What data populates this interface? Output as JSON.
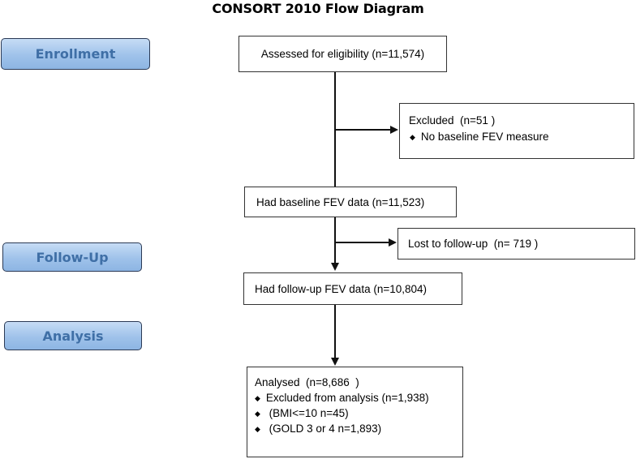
{
  "title": "CONSORT 2010 Flow Diagram",
  "stages": {
    "enrollment": "Enrollment",
    "followup": "Follow-Up",
    "analysis": "Analysis"
  },
  "boxes": {
    "assessed": "Assessed for eligibility (n=11,574)",
    "excluded": {
      "heading": "Excluded  (n=51 )",
      "items": [
        "No baseline FEV measure"
      ]
    },
    "baseline": "Had baseline FEV data (n=11,523)",
    "lost": "Lost to follow-up  (n= 719 )",
    "followup": "Had follow-up FEV data (n=10,804)",
    "analysed": {
      "heading": "Analysed  (n=8,686  )",
      "items": [
        "Excluded from analysis (n=1,938)",
        " (BMI<=10 n=45)",
        " (GOLD 3 or 4 n=1,893)"
      ]
    }
  },
  "bullet_glyph": "◆"
}
